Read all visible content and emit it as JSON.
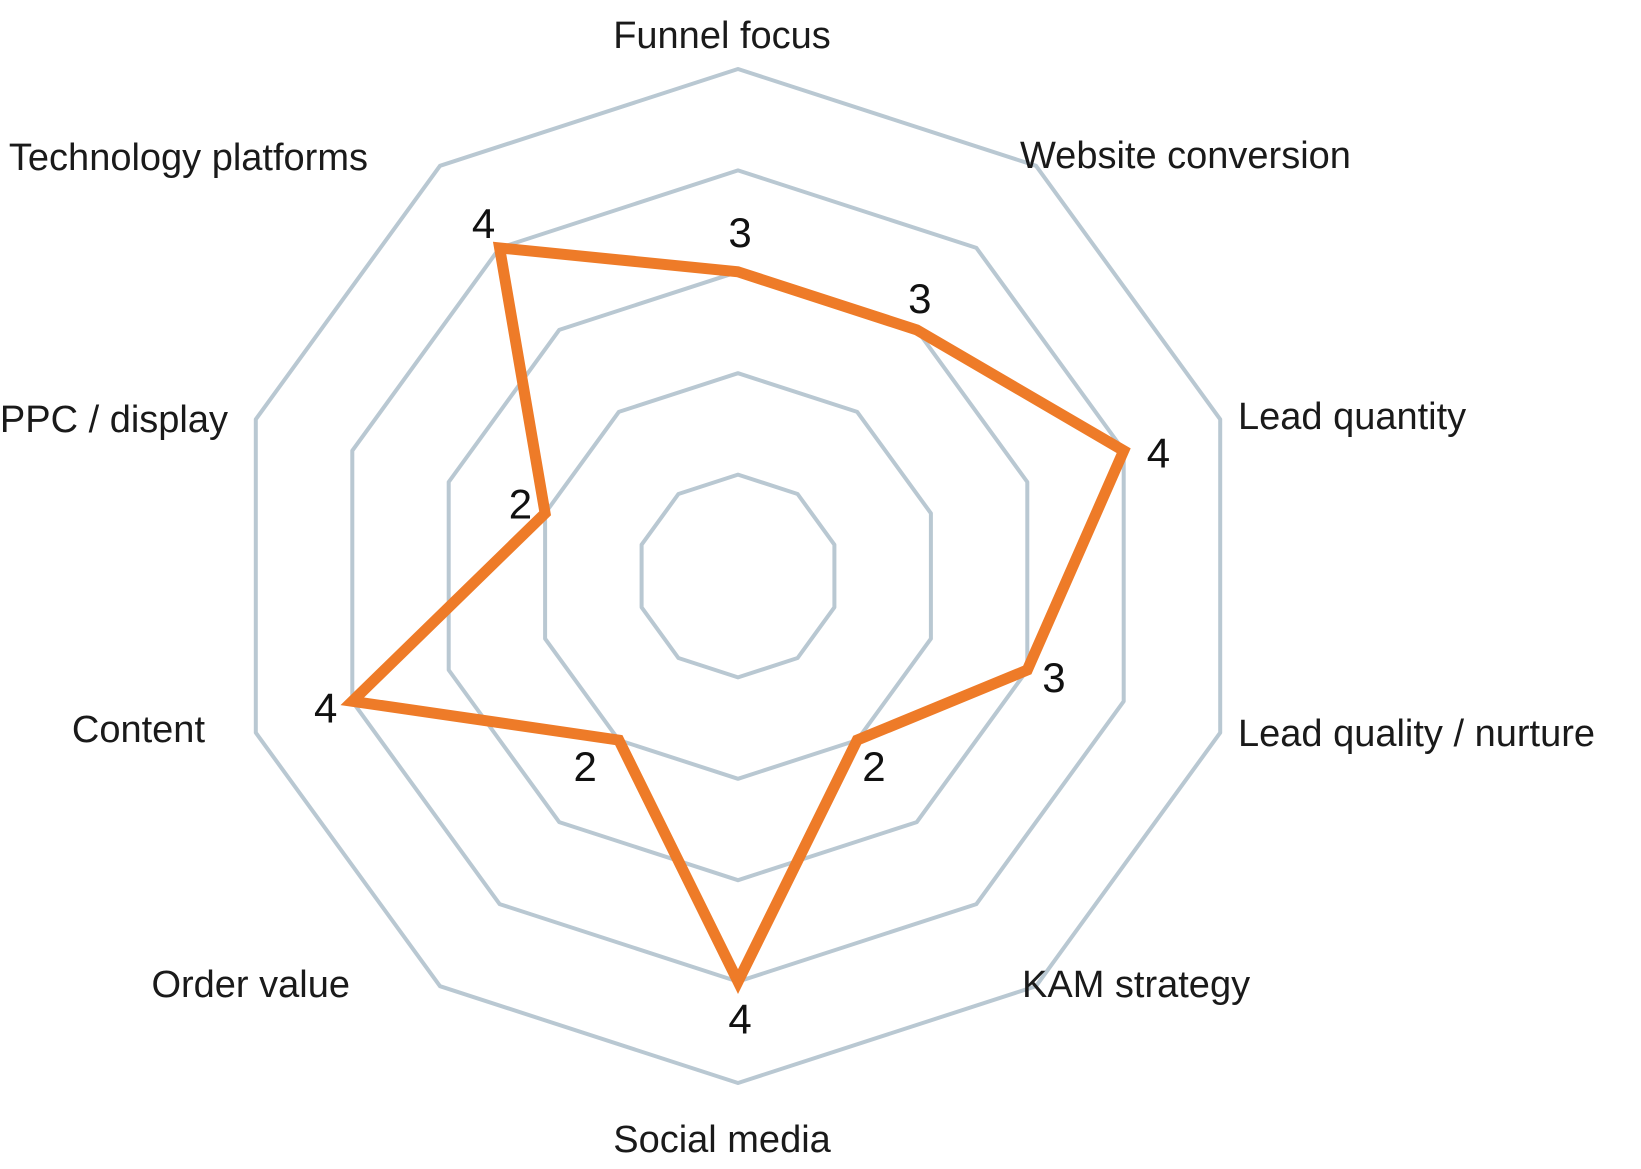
{
  "chart_data": {
    "type": "radar",
    "title": "",
    "categories": [
      "Funnel focus",
      "Website conversion",
      "Lead quantity",
      "Lead quality / nurture",
      "KAM strategy",
      "Social media",
      "Order value",
      "Content",
      "PPC / display",
      "Technology platforms"
    ],
    "values": [
      3,
      3,
      4,
      3,
      2,
      4,
      2,
      4,
      2,
      4
    ],
    "scale_min": 0,
    "scale_max": 5,
    "ring_values": [
      1,
      2,
      3,
      4,
      5
    ],
    "start_axis": "top",
    "direction": "clockwise",
    "grid": "concentric-decagons, no radial spokes, no tick numbers on rings",
    "legend": "none",
    "data_labels_shown": true,
    "colors": {
      "series": "#EE7B28",
      "grid": "#B9C8D2",
      "label": "#1a1a1a",
      "background": "#ffffff"
    }
  }
}
